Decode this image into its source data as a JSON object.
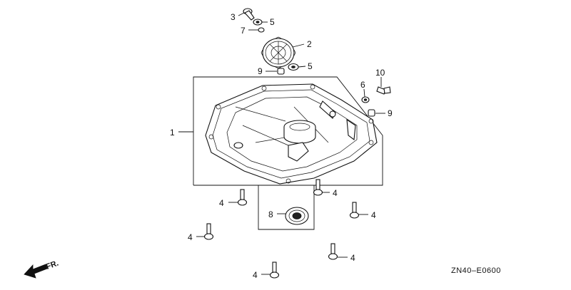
{
  "callouts": {
    "p1": "1",
    "p2": "2",
    "p3": "3",
    "p4a": "4",
    "p4b": "4",
    "p4c": "4",
    "p4d": "4",
    "p4e": "4",
    "p4f": "4",
    "p5a": "5",
    "p5b": "5",
    "p6": "6",
    "p7": "7",
    "p8": "8",
    "p9a": "9",
    "p9b": "9",
    "p10": "10"
  },
  "diagram_code": "ZN40–E0600",
  "direction_label": "FR.",
  "icons": {
    "direction": "arrow-left-icon"
  }
}
